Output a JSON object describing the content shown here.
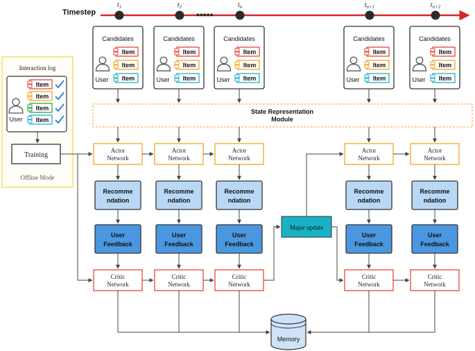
{
  "timeline": {
    "label": "Timestep",
    "dots": "•••••",
    "ticks": [
      {
        "base": "t",
        "sub": "1"
      },
      {
        "base": "t",
        "sub": "2"
      },
      {
        "base": "t",
        "sub": "n"
      },
      {
        "base": "t",
        "sub": "n+1"
      },
      {
        "base": "t",
        "sub": "n+2"
      }
    ]
  },
  "candidates": {
    "title": "Candidates",
    "user_label": "User",
    "item_label": "Item"
  },
  "offline": {
    "title": "Interaction log",
    "user_label": "User",
    "item_label": "Item",
    "training_label": "Training",
    "mode_label": "Offline Mode"
  },
  "state_module": {
    "line1": "State Representation",
    "line2": "Module"
  },
  "actor": {
    "line1": "Actor",
    "line2": "Network"
  },
  "recommendation": {
    "line1": "Recomme",
    "line2": "ndation"
  },
  "feedback": {
    "line1": "User",
    "line2": "Feedback"
  },
  "critic": {
    "line1": "Critic",
    "line2": "Network"
  },
  "major_update": "Major update",
  "memory": "Memory",
  "colors": {
    "timeline": "#d62728",
    "item_red": "#e8463a",
    "item_orange": "#f5a623",
    "item_green": "#2ea043",
    "item_cyan": "#1cb0d0",
    "check": "#1e78d0",
    "actor_border": "#f5a623",
    "recommend_fill": "#b9d8f5",
    "feedback_fill": "#4a97e0",
    "critic_border": "#e8463a",
    "major_fill": "#19b2c4",
    "memory_fill": "#cfe2f7",
    "offline_border": "#f2e06a",
    "state_border": "#f5a623"
  }
}
